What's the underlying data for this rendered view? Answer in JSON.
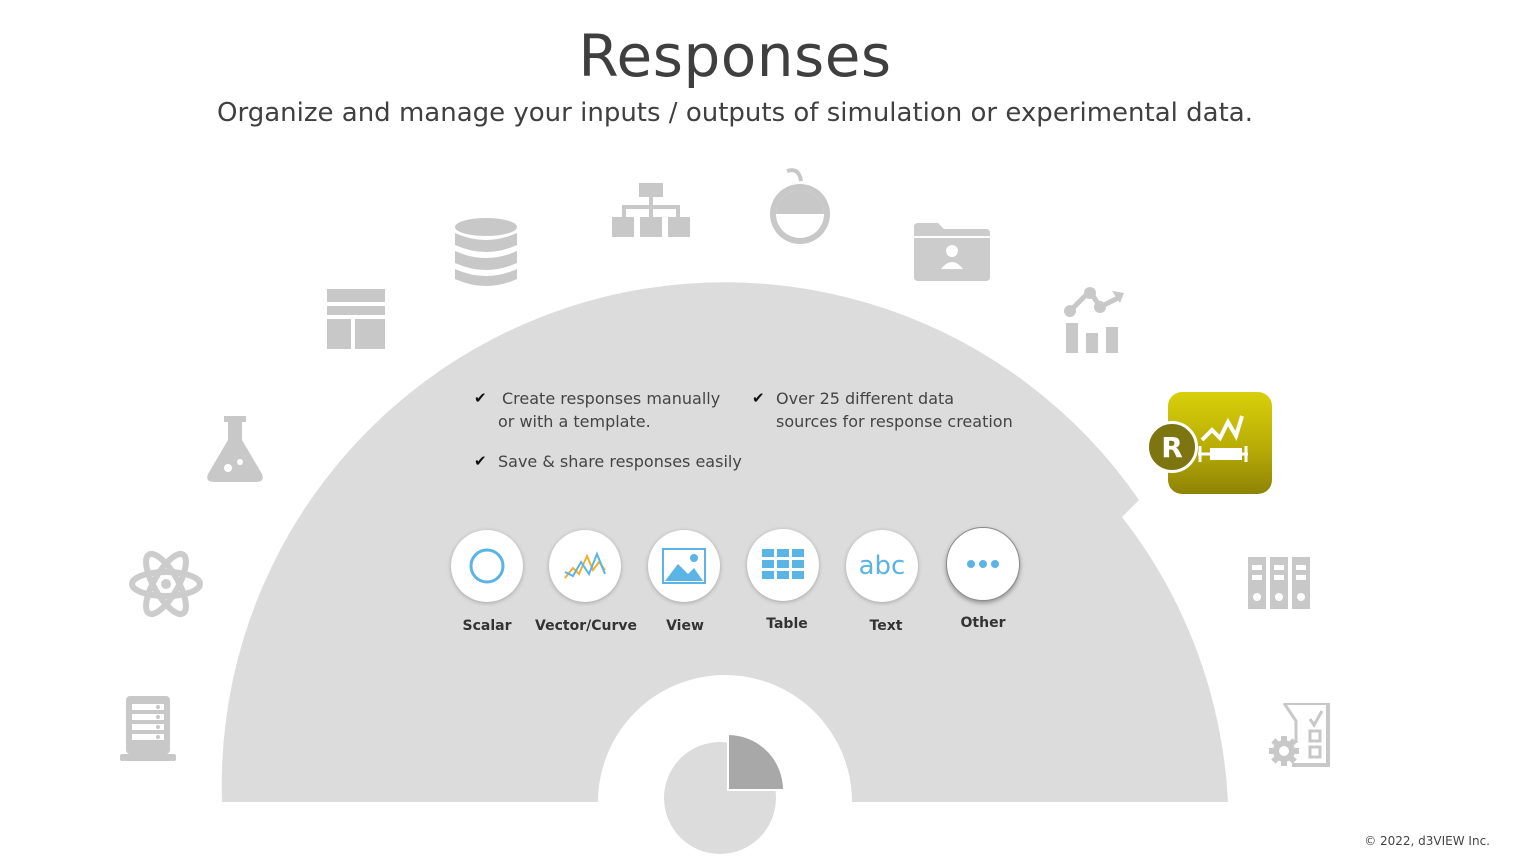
{
  "header": {
    "title": "Responses",
    "subtitle": "Organize and manage your inputs / outputs of simulation or experimental data."
  },
  "features": [
    {
      "line1": "Create responses manually",
      "line2": "or with a template."
    },
    {
      "line1": "Over 25 different data",
      "line2": "sources for response creation"
    },
    {
      "line1": "Save & share responses easily"
    }
  ],
  "response_types": [
    {
      "label": "Scalar",
      "icon": "circle-icon"
    },
    {
      "label": "Vector/Curve",
      "icon": "curve-icon"
    },
    {
      "label": "View",
      "icon": "image-icon"
    },
    {
      "label": "Table",
      "icon": "table-grid-icon"
    },
    {
      "label": "Text",
      "icon": "text-abc-icon",
      "glyph": "abc"
    },
    {
      "label": "Other",
      "icon": "more-dots-icon"
    }
  ],
  "app_tile": {
    "badge": "R",
    "icon": "responses-app-icon"
  },
  "footer": {
    "copyright": "© 2022, d3VIEW Inc."
  },
  "colors": {
    "arc": "#dcdcdc",
    "icon_gray": "#c8c8c8",
    "accent_blue": "#5ab4e6",
    "tile_gold": "#c4b908"
  }
}
